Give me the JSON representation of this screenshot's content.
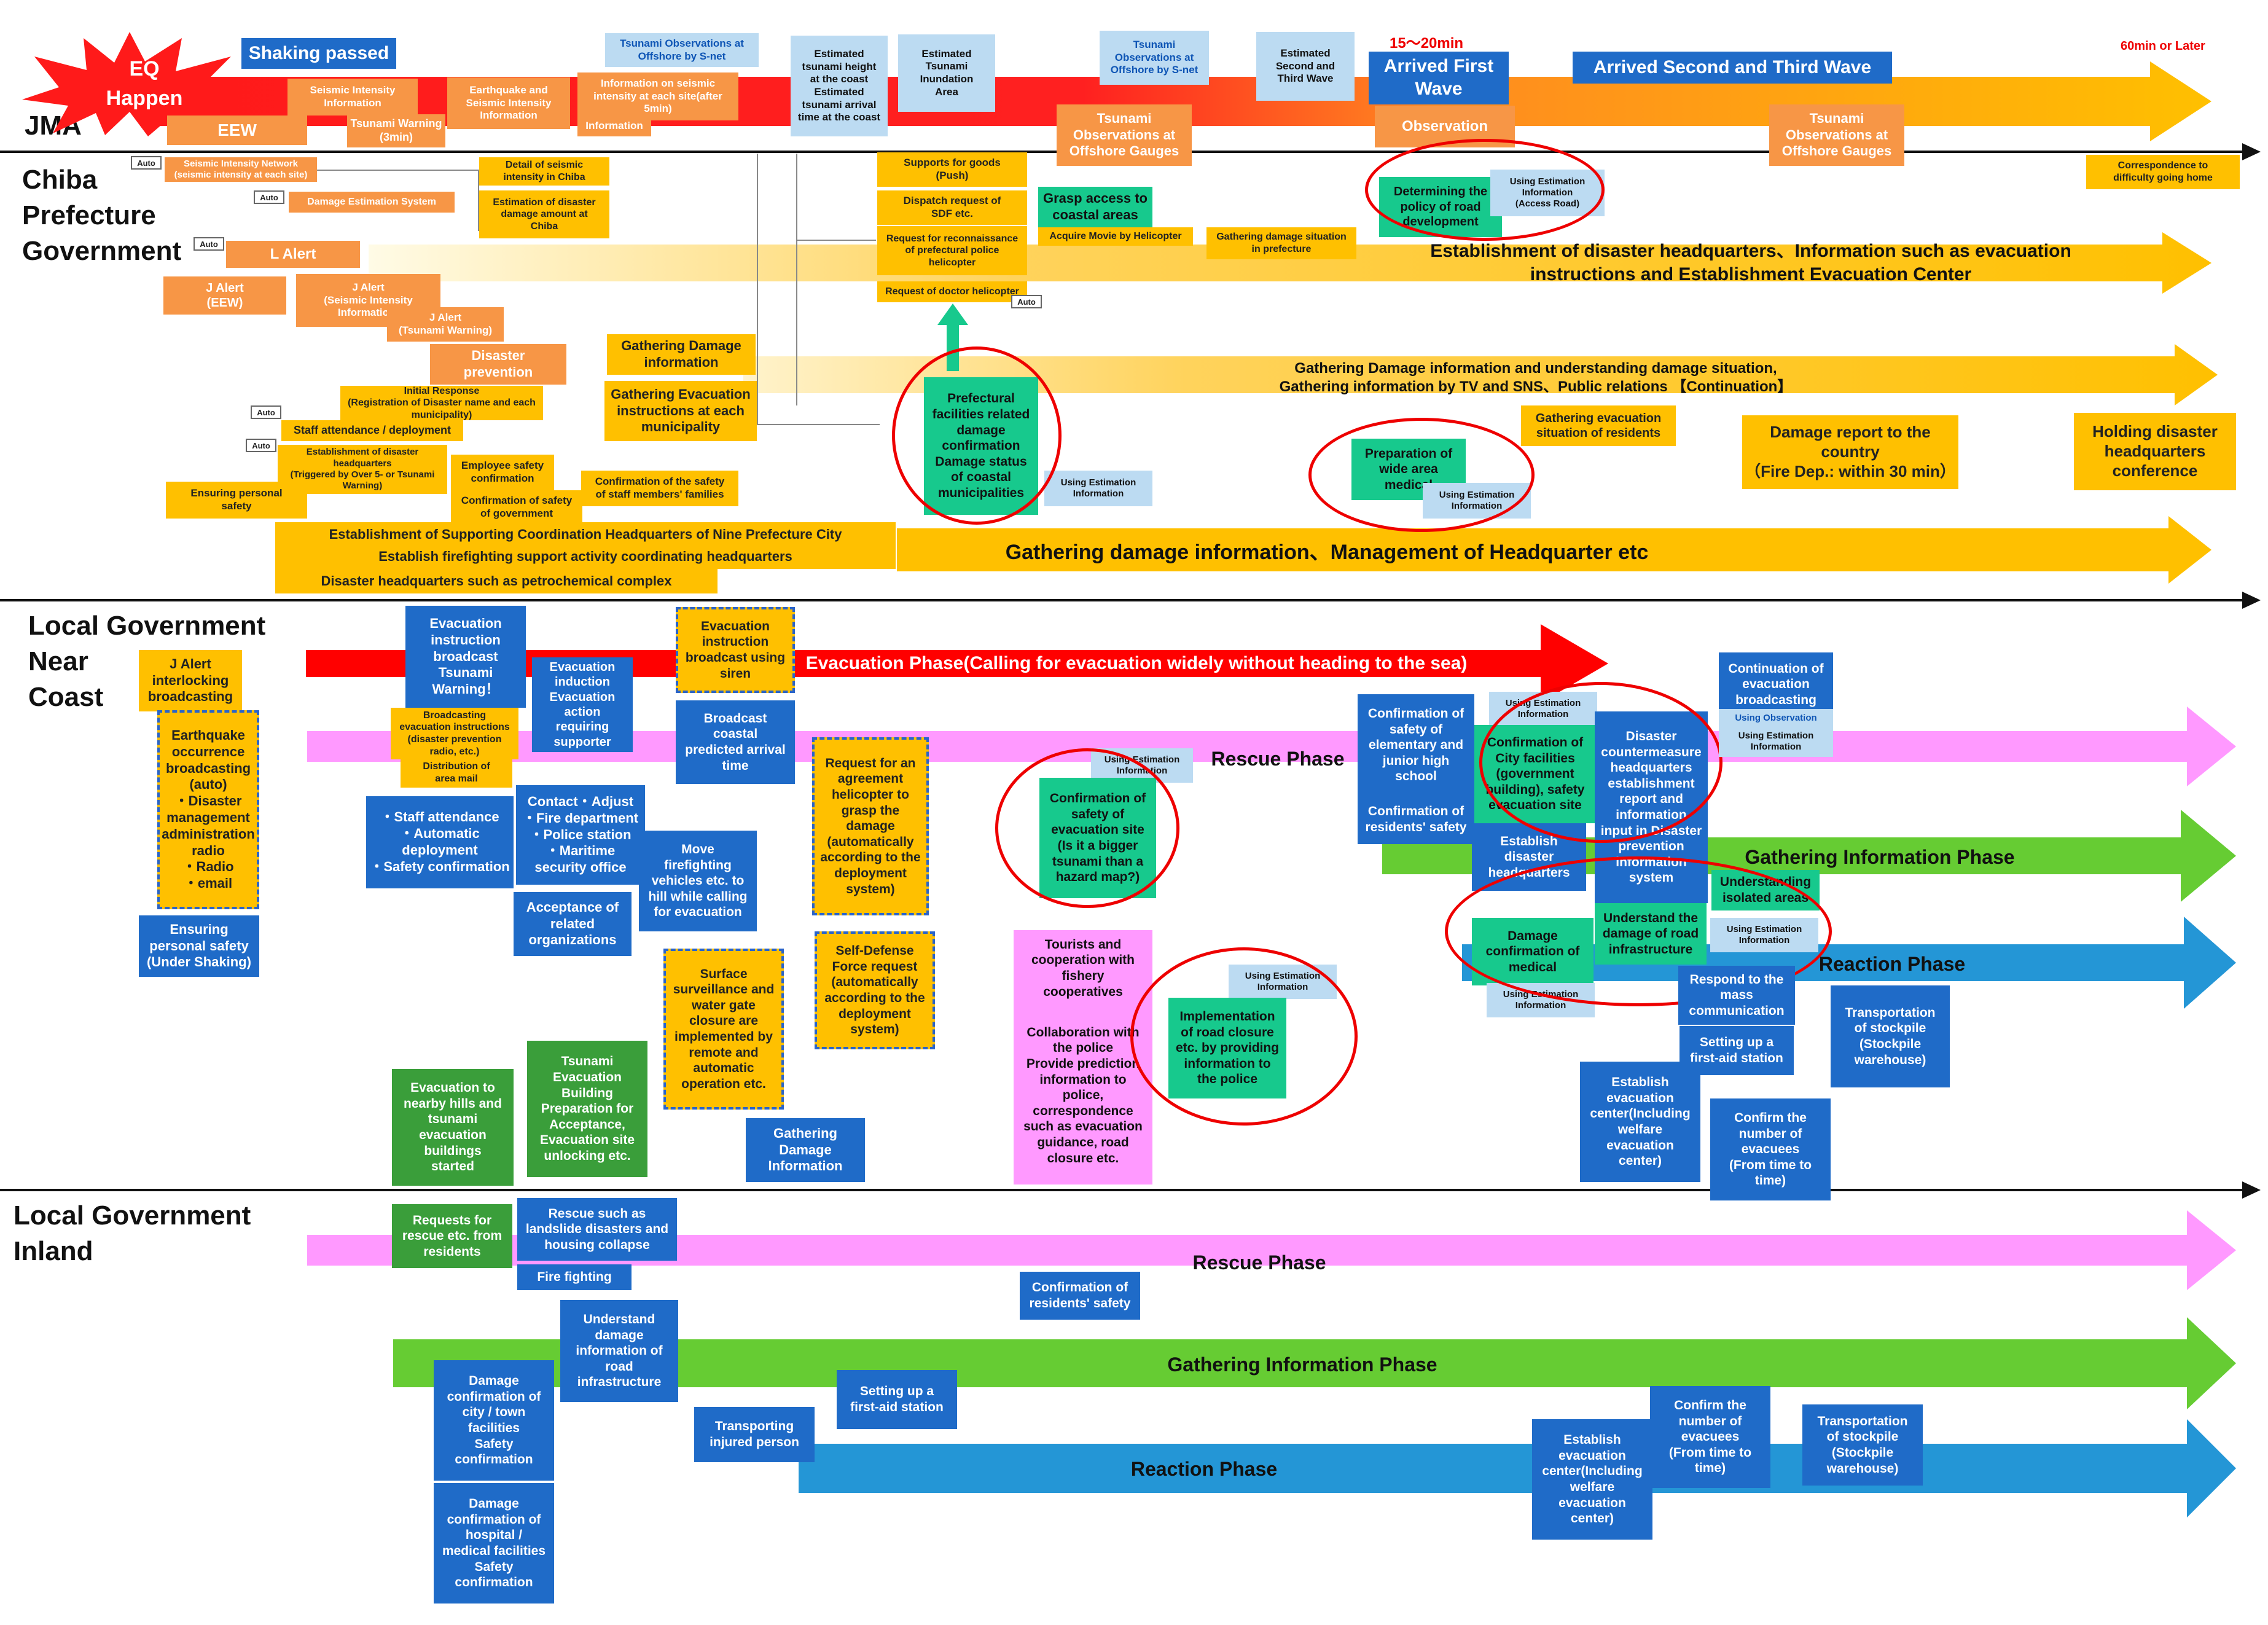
{
  "lanes": {
    "jma": "JMA",
    "chiba": "Chiba\nPrefecture\nGovernment",
    "coast": "Local Government\nNear\nCoast",
    "inland": "Local Government\nInland"
  },
  "jma": {
    "eq": "EQ\nHappen",
    "shaking_passed": "Shaking passed",
    "eew": "EEW",
    "seismic_intensity": "Seismic Intensity\nInformation",
    "tsunami_warning": "Tsunami Warning\n(3min)",
    "eq_seismic": "Earthquake and\nSeismic Intensity\nInformation",
    "info_seismic_site": "Information on seismic\nintensity at each site(after\n5min)",
    "information": "Information",
    "tsunami_obs_snet": "Tsunami Observations at\nOffshore by S-net",
    "est_height": "Estimated\ntsunami height\nat the coast\nEstimated\ntsunami arrival\ntime at the coast",
    "est_inundation": "Estimated\nTsunami\nInundation\nArea",
    "tsunami_obs_snet2": "Tsunami\nObservations at\nOffshore by S-net",
    "tsunami_obs_gauges": "Tsunami\nObservations at\nOffshore Gauges",
    "est_second_third": "Estimated\nSecond and\nThird Wave",
    "min_15_20": "15～20min",
    "arrived_first": "Arrived First\nWave",
    "observation": "Observation",
    "arrived_second_third": "Arrived Second and Third Wave",
    "tsunami_obs_gauges2": "Tsunami\nObservations at\nOffshore Gauges",
    "min_60": "60min or Later"
  },
  "chiba": {
    "auto": "Auto",
    "seismic_network": "Seismic Intensity Network\n(seismic intensity at each site)",
    "damage_estimation": "Damage Estimation System",
    "detail_seismic": "Detail of seismic\nintensity in Chiba",
    "estimation_damage": "Estimation of disaster\ndamage amount at\nChiba",
    "l_alert": "L Alert",
    "j_alert_eew": "J Alert\n(EEW)",
    "j_alert_seismic": "J Alert\n(Seismic Intensity\nInformation)",
    "j_alert_tsunami": "J Alert\n(Tsunami Warning)",
    "disaster_prevention": "Disaster\nprevention",
    "initial_response": "Initial Response\n(Registration of Disaster name and each municipality)",
    "staff_attendance": "Staff attendance / deployment",
    "establishment_hq": "Establishment of disaster\nheadquarters\n(Triggered by Over 5- or Tsunami Warning)",
    "ensuring_safety": "Ensuring personal\nsafety",
    "employee_safety": "Employee safety\nconfirmation",
    "confirm_gov": "Confirmation of safety\nof government",
    "confirm_families": "Confirmation of the safety\nof staff members' families",
    "gathering_damage_info": "Gathering Damage\ninformation",
    "gathering_evac_instr": "Gathering Evacuation\ninstructions at each\nmunicipality",
    "supports_goods": "Supports for goods\n(Push)",
    "dispatch_sdf": "Dispatch request of\nSDF etc.",
    "request_recon": "Request for reconnaissance\nof prefectural police\nhelicopter",
    "request_doctor": "Request of doctor helicopter",
    "grasp_access": "Grasp access to\ncoastal areas",
    "acquire_movie": "Acquire Movie by Helicopter",
    "gathering_damage_pref": "Gathering damage situation\nin prefecture",
    "determining_policy": "Determining the\npolicy of road\ndevelopment",
    "using_est_access": "Using Estimation\nInformation\n(Access Road)",
    "correspondence": "Correspondence to\ndifficulty going home",
    "establish_hq_arrow": "Establishment of disaster headquarters、Information such as evacuation\ninstructions and Establishment Evacuation Center",
    "gathering_tv_arrow": "Gathering Damage information and understanding damage situation,\nGathering information by TV and SNS、Public relations 【Continuation】",
    "prefectural_facilities": "Prefectural\nfacilities related\ndamage\nconfirmation\nDamage status\nof coastal\nmunicipalities",
    "using_est_info": "Using Estimation\nInformation",
    "gathering_evac_residents": "Gathering evacuation\nsituation of residents",
    "preparation_medical": "Preparation of\nwide area\nmedical",
    "damage_report": "Damage report to the\ncountry\n（Fire Dep.: within 30 min）",
    "holding_conference": "Holding disaster\nheadquarters\nconference",
    "supporting_hq": "Establishment of Supporting Coordination Headquarters of Nine Prefecture City",
    "firefighting_hq": "Establish firefighting support activity coordinating headquarters",
    "petrochemical_hq": "Disaster headquarters such as petrochemical complex",
    "gathering_mgmt_arrow": "Gathering damage information、Management of Headquarter  etc"
  },
  "coast": {
    "j_alert_broadcast": "J Alert\ninterlocking\nbroadcasting",
    "eq_broadcast": "Earthquake\noccurrence\nbroadcasting\n(auto)\n・Disaster\nmanagement\nadministration\nradio\n・Radio\n・email",
    "ensuring_personal": "Ensuring\npersonal safety\n(Under Shaking)",
    "evac_instr_tsunami": "Evacuation\ninstruction\nbroadcast\nTsunami\nWarning！",
    "broadcasting_evac": "Broadcasting\nevacuation instructions\n(disaster prevention\nradio, etc.)",
    "distribution_mail": "Distribution of\narea mail",
    "evac_induction": "Evacuation\ninduction\nEvacuation action\nrequiring supporter",
    "evac_siren": "Evacuation\ninstruction\nbroadcast using\nsiren",
    "broadcast_arrival": "Broadcast\ncoastal\npredicted arrival\ntime",
    "staff_attendance": "・Staff attendance\n・Automatic\ndeployment\n・Safety confirmation",
    "contact_adjust": "Contact・Adjust\n・Fire department\n・Police station\n・Maritime\nsecurity office",
    "acceptance_orgs": "Acceptance of\nrelated\norganizations",
    "move_firefighting": "Move\nfirefighting\nvehicles etc. to\nhill while calling\nfor evacuation",
    "request_helicopter": "Request for an\nagreement\nhelicopter to\ngrasp the\ndamage\n(automatically\naccording to the\ndeployment\nsystem)",
    "sdf_request": "Self-Defense\nForce request\n(automatically\naccording to the\ndeployment\nsystem)",
    "surface_surveillance": "Surface\nsurveillance and\nwater gate\nclosure are\nimplemented by\nremote and\nautomatic\noperation etc.",
    "evac_hills": "Evacuation to\nnearby hills and\ntsunami\nevacuation\nbuildings\nstarted",
    "tsunami_building": "Tsunami\nEvacuation\nBuilding\nPreparation for\nAcceptance,\nEvacuation site\nunlocking etc.",
    "gathering_damage_info": "Gathering\nDamage\nInformation",
    "evac_phase": "Evacuation Phase(Calling for evacuation widely without heading to the sea)",
    "rescue_phase": "Rescue Phase",
    "gathering_phase": "Gathering Information Phase",
    "reaction_phase": "Reaction Phase",
    "using_est_info": "Using Estimation\nInformation",
    "confirm_evac_site": "Confirmation of\nsafety of\nevacuation site\n(Is it a bigger\ntsunami than a\nhazard map?)",
    "tourists_fishery": "Tourists and\ncooperation with\nfishery\ncooperatives",
    "collab_police": "Collaboration with\nthe police\nProvide prediction\ninformation to\npolice,\ncorrespondence\nsuch as evacuation\nguidance, road\nclosure etc.",
    "road_closure": "Implementation\nof road closure\netc. by providing\ninformation to\nthe police",
    "confirm_schools": "Confirmation of\nsafety of\nelementary and\njunior high\nschool",
    "confirm_residents": "Confirmation of\nresidents' safety",
    "confirm_city": "Confirmation of\nCity facilities\n(government\nbuilding), safety\nevacuation site",
    "establish_hq": "Establish\ndisaster\nheadquarters",
    "countermeasure_hq": "Disaster\ncountermeasure\nheadquarters\nestablishment\nreport and\ninformation\ninput in Disaster\nprevention\ninformation\nsystem",
    "continuation_broadcast": "Continuation of\nevacuation\nbroadcasting",
    "using_obs": "Using Observation",
    "understanding_isolated": "Understanding\nisolated areas",
    "understand_road": "Understand the\ndamage of road\ninfrastructure",
    "damage_medical": "Damage\nconfirmation of\nmedical",
    "respond_mass": "Respond to the\nmass\ncommunication",
    "first_aid": "Setting up a\nfirst-aid station",
    "transport_stockpile": "Transportation\nof stockpile\n(Stockpile\nwarehouse)",
    "establish_evac_center": "Establish\nevacuation\ncenter(Including\nwelfare\nevacuation\ncenter)",
    "confirm_evacuees": "Confirm the\nnumber of\nevacuees\n(From time to\ntime)"
  },
  "inland": {
    "requests_rescue": "Requests for\nrescue etc. from\nresidents",
    "rescue_landslide": "Rescue such as\nlandslide disasters and\nhousing collapse",
    "fire_fighting": "Fire fighting",
    "rescue_phase": "Rescue Phase",
    "confirm_residents": "Confirmation of\nresidents' safety",
    "understand_road": "Understand\ndamage\ninformation of\nroad\ninfrastructure",
    "gathering_phase": "Gathering Information Phase",
    "damage_city": "Damage\nconfirmation of\ncity / town\nfacilities\nSafety\nconfirmation",
    "damage_hospital": "Damage\nconfirmation of\nhospital /\nmedical facilities\nSafety\nconfirmation",
    "transport_injured": "Transporting\ninjured person",
    "first_aid": "Setting up a\nfirst-aid station",
    "reaction_phase": "Reaction Phase",
    "establish_evac_center": "Establish\nevacuation\ncenter(Including\nwelfare\nevacuation\ncenter)",
    "confirm_evacuees": "Confirm the\nnumber of\nevacuees\n(From time to\ntime)",
    "transport_stockpile": "Transportation\nof stockpile\n(Stockpile\nwarehouse)"
  },
  "colors": {
    "orange": "#ffc000",
    "dark_orange": "#f79646",
    "blue": "#1f6bc8",
    "green": "#17c98d",
    "light_blue": "#bcdbf2",
    "pink": "#ff99ff",
    "lime": "#66cc33",
    "arrow_blue": "#2496d6",
    "red": "#ff0000"
  }
}
